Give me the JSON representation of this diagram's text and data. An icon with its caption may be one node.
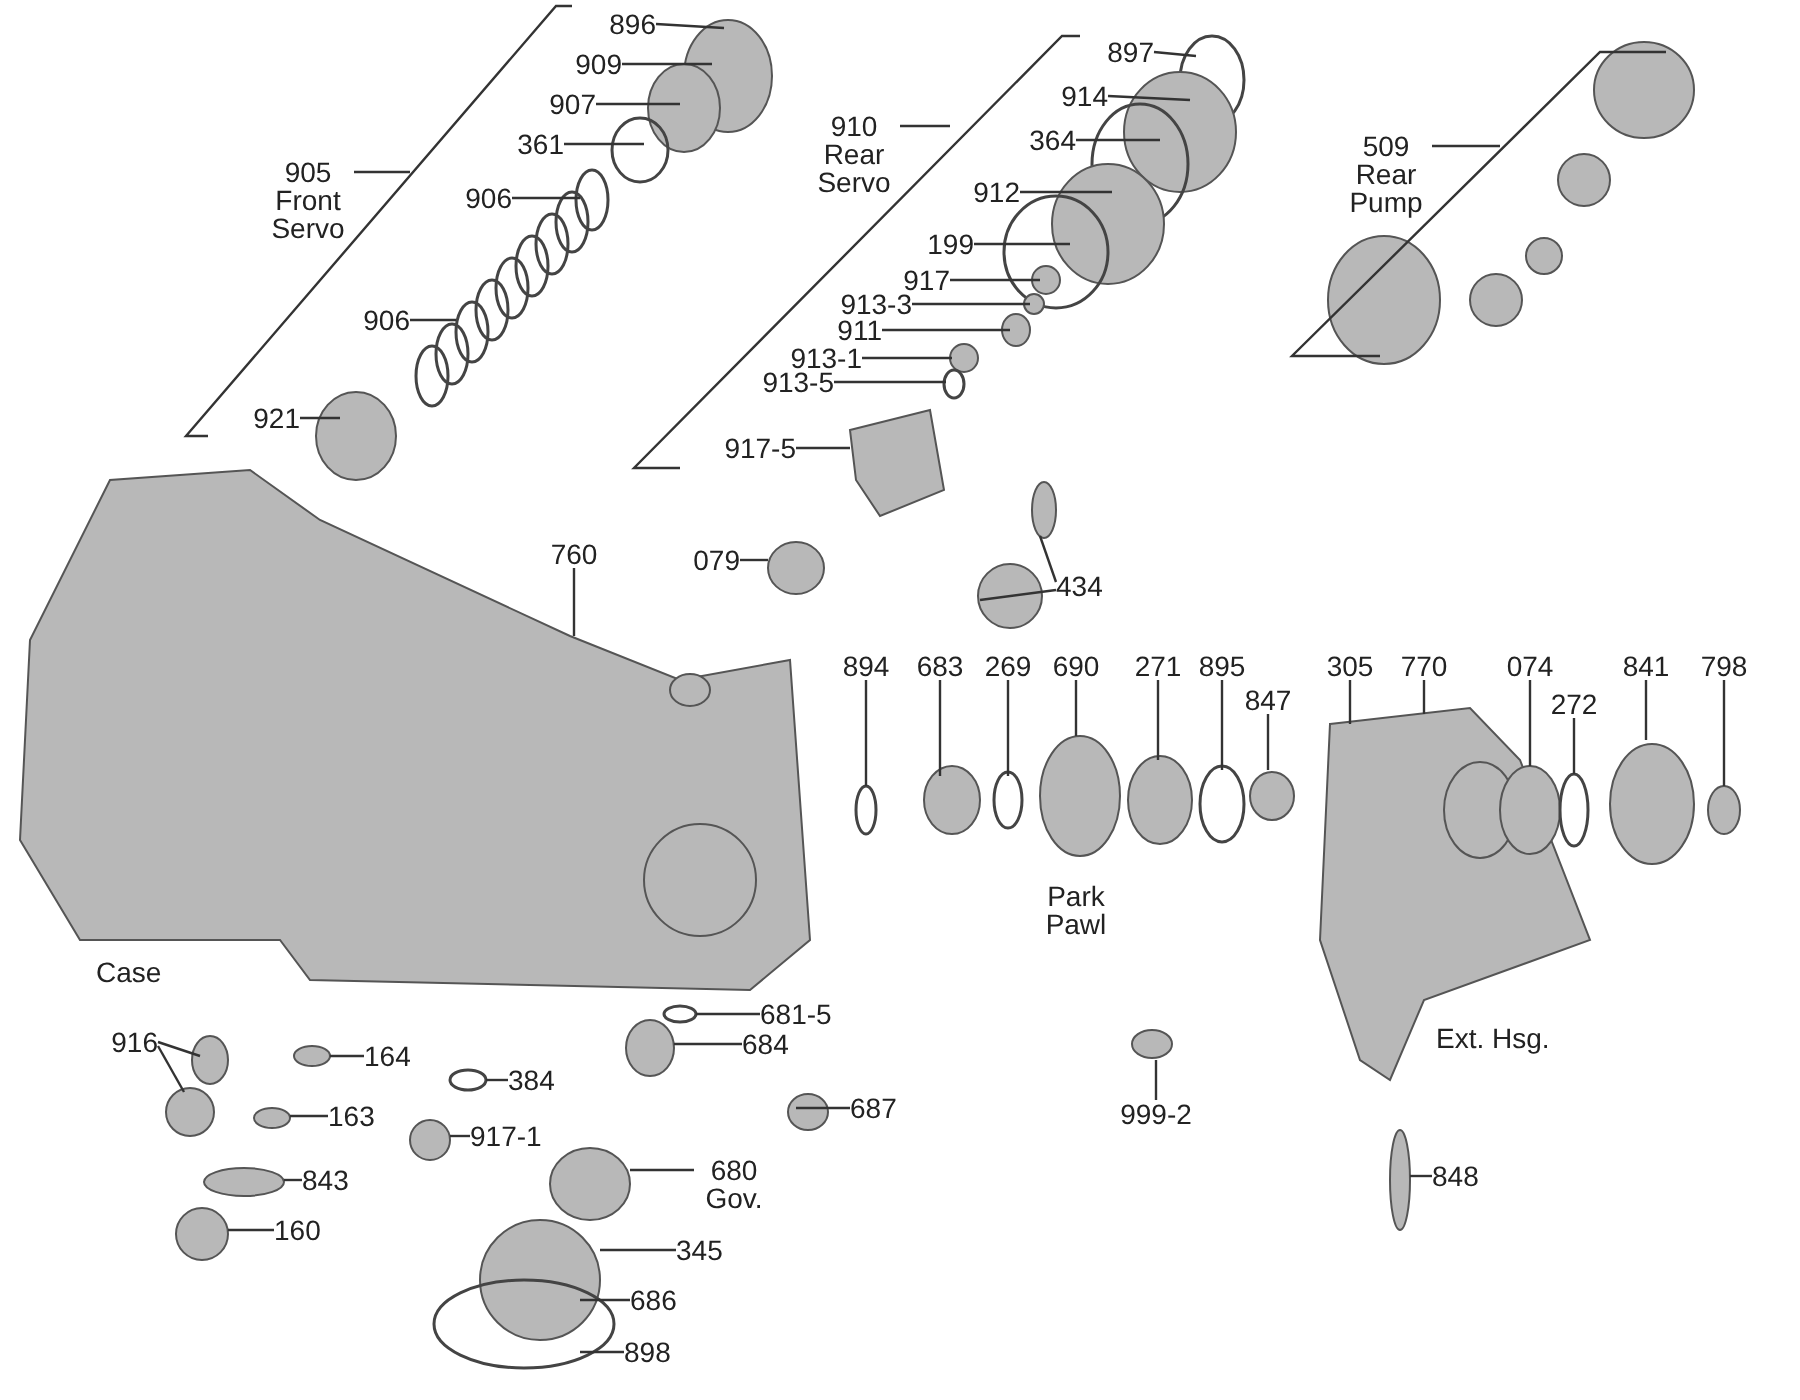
{
  "diagram": {
    "nodes": [
      {
        "text": [
          "896"
        ]
      },
      {
        "text": [
          "909"
        ]
      },
      {
        "text": [
          "907"
        ]
      },
      {
        "text": [
          "361"
        ]
      },
      {
        "text": [
          "905 Front Servo"
        ]
      },
      {
        "text": [
          "906"
        ]
      },
      {
        "text": [
          "906"
        ]
      },
      {
        "text": [
          "921"
        ]
      },
      {
        "text": [
          "897"
        ]
      },
      {
        "text": [
          "914"
        ]
      },
      {
        "text": [
          "364"
        ]
      },
      {
        "text": [
          "910 Rear Servo"
        ]
      },
      {
        "text": [
          "912"
        ]
      },
      {
        "text": [
          "199"
        ]
      },
      {
        "text": [
          "917"
        ]
      },
      {
        "text": [
          "913-3"
        ]
      },
      {
        "text": [
          "911"
        ]
      },
      {
        "text": [
          "913-1"
        ]
      },
      {
        "text": [
          "913-5"
        ]
      },
      {
        "text": [
          "917-5"
        ]
      },
      {
        "text": [
          "509 Rear Pump"
        ]
      },
      {
        "text": [
          "760"
        ]
      },
      {
        "text": [
          "079"
        ]
      },
      {
        "text": [
          "434"
        ]
      },
      {
        "text": [
          "894"
        ]
      },
      {
        "text": [
          "683"
        ]
      },
      {
        "text": [
          "269"
        ]
      },
      {
        "text": [
          "690"
        ]
      },
      {
        "text": [
          "271"
        ]
      },
      {
        "text": [
          "895"
        ]
      },
      {
        "text": [
          "847"
        ]
      },
      {
        "text": [
          "305"
        ]
      },
      {
        "text": [
          "770"
        ]
      },
      {
        "text": [
          "074"
        ]
      },
      {
        "text": [
          "272"
        ]
      },
      {
        "text": [
          "841"
        ]
      },
      {
        "text": [
          "798"
        ]
      },
      {
        "text": [
          "681-5"
        ]
      },
      {
        "text": [
          "916"
        ]
      },
      {
        "text": [
          "164"
        ]
      },
      {
        "text": [
          "684"
        ]
      },
      {
        "text": [
          "384"
        ]
      },
      {
        "text": [
          "687"
        ]
      },
      {
        "text": [
          "163"
        ]
      },
      {
        "text": [
          "917-1"
        ]
      },
      {
        "text": [
          "680 Gov."
        ]
      },
      {
        "text": [
          "843"
        ]
      },
      {
        "text": [
          "160"
        ]
      },
      {
        "text": [
          "345"
        ]
      },
      {
        "text": [
          "686"
        ]
      },
      {
        "text": [
          "898"
        ]
      },
      {
        "text": [
          "999-2"
        ]
      },
      {
        "text": [
          "848"
        ]
      }
    ],
    "edges": [
      {
        "from": 0,
        "to": null,
        "arrow": "none"
      },
      {
        "from": 1,
        "to": null,
        "arrow": "none"
      },
      {
        "from": 2,
        "to": null,
        "arrow": "none"
      },
      {
        "from": 3,
        "to": null,
        "arrow": "none"
      },
      {
        "from": 4,
        "to": null,
        "arrow": "none"
      },
      {
        "from": 5,
        "to": null,
        "arrow": "none"
      },
      {
        "from": 6,
        "to": null,
        "arrow": "none"
      },
      {
        "from": 7,
        "to": null,
        "arrow": "none"
      },
      {
        "from": 8,
        "to": null,
        "arrow": "none"
      },
      {
        "from": 9,
        "to": null,
        "arrow": "none"
      },
      {
        "from": 10,
        "to": null,
        "arrow": "none"
      },
      {
        "from": 11,
        "to": null,
        "arrow": "none"
      },
      {
        "from": 12,
        "to": null,
        "arrow": "none"
      },
      {
        "from": 13,
        "to": null,
        "arrow": "none"
      },
      {
        "from": 14,
        "to": null,
        "arrow": "none"
      },
      {
        "from": 15,
        "to": null,
        "arrow": "none"
      },
      {
        "from": 16,
        "to": null,
        "arrow": "none"
      },
      {
        "from": 17,
        "to": null,
        "arrow": "none"
      },
      {
        "from": 18,
        "to": null,
        "arrow": "none"
      },
      {
        "from": 19,
        "to": null,
        "arrow": "none"
      },
      {
        "from": 20,
        "to": null,
        "arrow": "none"
      },
      {
        "from": 21,
        "to": null,
        "arrow": "none"
      },
      {
        "from": 22,
        "to": null,
        "arrow": "none"
      },
      {
        "from": 23,
        "to": null,
        "arrow": "none"
      },
      {
        "from": 23,
        "to": null,
        "arrow": "none"
      },
      {
        "from": 24,
        "to": null,
        "arrow": "none"
      },
      {
        "from": 25,
        "to": null,
        "arrow": "none"
      },
      {
        "from": 26,
        "to": null,
        "arrow": "none"
      },
      {
        "from": 27,
        "to": null,
        "arrow": "none"
      },
      {
        "from": 28,
        "to": null,
        "arrow": "none"
      },
      {
        "from": 29,
        "to": null,
        "arrow": "none"
      },
      {
        "from": 30,
        "to": null,
        "arrow": "none"
      },
      {
        "from": 31,
        "to": null,
        "arrow": "none"
      },
      {
        "from": 32,
        "to": null,
        "arrow": "none"
      },
      {
        "from": 33,
        "to": null,
        "arrow": "none"
      },
      {
        "from": 34,
        "to": null,
        "arrow": "none"
      },
      {
        "from": 35,
        "to": null,
        "arrow": "none"
      },
      {
        "from": 36,
        "to": null,
        "arrow": "none"
      },
      {
        "from": 37,
        "to": null,
        "arrow": "none"
      },
      {
        "from": 38,
        "to": null,
        "arrow": "none"
      },
      {
        "from": 38,
        "to": null,
        "arrow": "none"
      },
      {
        "from": 39,
        "to": null,
        "arrow": "none"
      },
      {
        "from": 40,
        "to": null,
        "arrow": "none"
      },
      {
        "from": 41,
        "to": null,
        "arrow": "none"
      },
      {
        "from": 42,
        "to": null,
        "arrow": "none"
      },
      {
        "from": 43,
        "to": null,
        "arrow": "none"
      },
      {
        "from": 44,
        "to": null,
        "arrow": "none"
      },
      {
        "from": 45,
        "to": null,
        "arrow": "none"
      },
      {
        "from": 46,
        "to": null,
        "arrow": "none"
      },
      {
        "from": 47,
        "to": null,
        "arrow": "none"
      },
      {
        "from": 48,
        "to": null,
        "arrow": "none"
      },
      {
        "from": 49,
        "to": null,
        "arrow": "none"
      },
      {
        "from": 50,
        "to": null,
        "arrow": "none"
      },
      {
        "from": 51,
        "to": null,
        "arrow": "none"
      },
      {
        "from": 52,
        "to": null,
        "arrow": "none"
      }
    ],
    "labels": [
      "Case",
      "Park Pawl",
      "Ext. Hsg."
    ]
  }
}
